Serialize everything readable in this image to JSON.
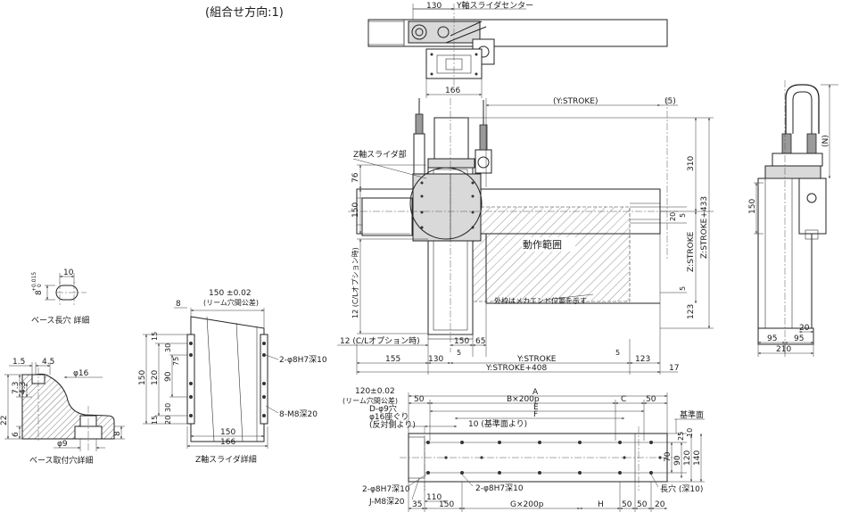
{
  "title": "(組合せ方向:1)",
  "top_view": {
    "dims": {
      "width_130": "130",
      "width_166": "166"
    },
    "labels": {
      "y_center": "Y軸スライダセンター"
    }
  },
  "front_view": {
    "labels": {
      "z_slider": "Z軸スライダ部",
      "motion_range": "動作範囲",
      "outer_frame_note": "外枠はメカエンド位置を示す",
      "c_l_option_vert": "12 (C/Lオプション時)",
      "c_l_option_horiz": "12 (C/Lオプション時)"
    },
    "dims": {
      "y_stroke_top": "(Y:STROKE)",
      "d5_top": "(5)",
      "d310": "310",
      "z_stroke": "Z:STROKE",
      "z_stroke_433": "Z:STROKE+433",
      "d76": "76",
      "d150": "150",
      "d20": "20",
      "d5a": "5",
      "d5b": "5",
      "d123r": "123",
      "d150b": "150",
      "d65": "65",
      "d155": "155",
      "d130": "130",
      "d5c": "5",
      "y_stroke_bottom": "Y:STROKE",
      "d5d": "5",
      "d123b": "123",
      "y_stroke_408": "Y:STROKE+408",
      "d17": "17"
    }
  },
  "side_view": {
    "dims": {
      "n": "(N)",
      "d150": "150",
      "d20": "20",
      "d95a": "95",
      "d95b": "95",
      "d210": "210"
    }
  },
  "base_slot_detail": {
    "caption": "ベース長穴 詳細",
    "dims": {
      "d10": "10",
      "d8": "8",
      "tol": "+0.015",
      "tol0": "0"
    }
  },
  "base_hole_detail": {
    "caption": "ベース取付穴詳細",
    "dims": {
      "d1_5": "1.5",
      "d4_5": "4.5",
      "d16": "φ16",
      "d7_3": "7.3",
      "d4_3": "4.3",
      "d22": "22",
      "d6": "6",
      "d9": "φ9",
      "d8": "8"
    }
  },
  "z_slider_detail": {
    "caption": "Z軸スライダ詳細",
    "dims": {
      "top_150": "150 ±0.02",
      "ream": "(リーム穴間公差)",
      "d8": "8",
      "d15a": "15",
      "d30": "30",
      "d75": "75",
      "d150": "150",
      "d120": "120",
      "d90": "90",
      "d15b": "15",
      "d30b": "30",
      "d20": "20",
      "w150": "150",
      "w166": "166",
      "pin": "2-φ8H7深10",
      "tap": "8-M8深20"
    }
  },
  "base_view": {
    "dims": {
      "d120": "120±0.02",
      "ream": "(リーム穴間公差)",
      "d50a": "50",
      "a": "A",
      "b200": "B×200p",
      "c": "C",
      "d50b": "50",
      "d_holes": "D-φ9穴",
      "e": "E",
      "spot": "φ16座ぐり",
      "opp": "(反対側より)",
      "f": "F",
      "d10": "10 (基準面より)",
      "ref": "基準面",
      "d25": "25",
      "d10r": "10",
      "d70": "70",
      "d90": "90",
      "d120r": "120",
      "d140": "140",
      "pin_a": "2-φ8H7深10",
      "pin_b": "2-φ8H7深10",
      "slot": "長穴 (深10)",
      "tap": "J-M8深20",
      "d35": "35",
      "d150": "150",
      "d110": "110",
      "g200": "G×200p",
      "h": "H",
      "d50c": "50",
      "d50d": "50",
      "d20": "20"
    }
  }
}
